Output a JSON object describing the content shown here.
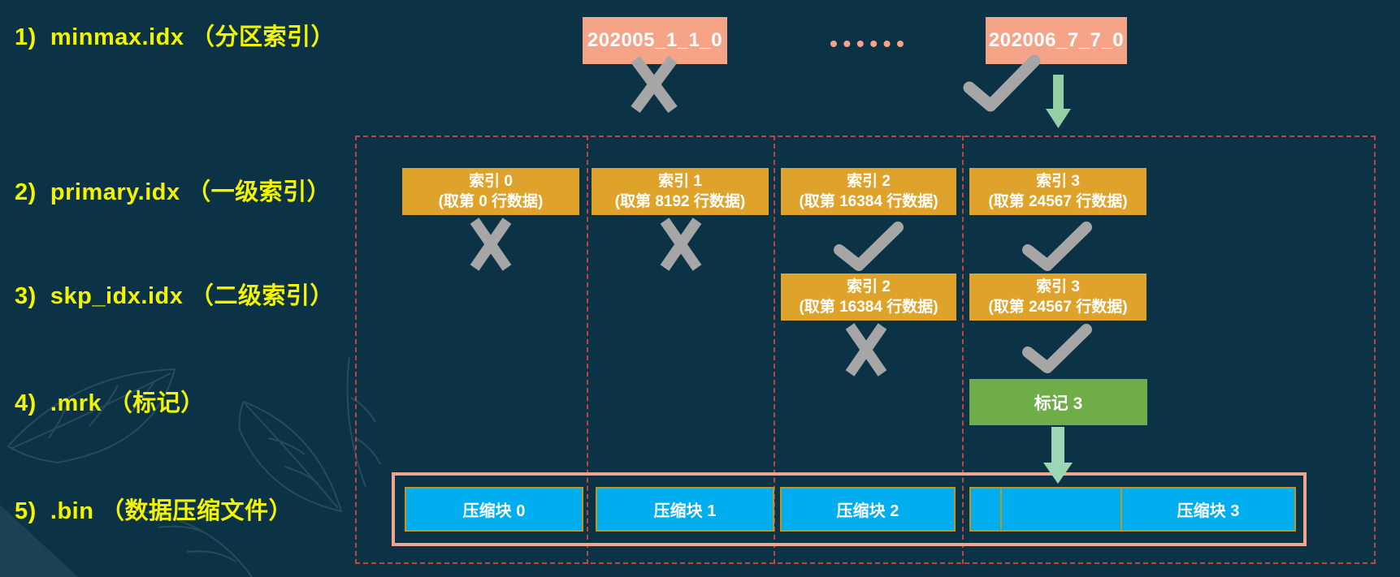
{
  "palette": {
    "background": "#0C3245",
    "label_yellow": "#F3F400",
    "partition_pink": "#F5A487",
    "index_orange": "#DFA32B",
    "mark_green": "#6FAD49",
    "bin_blue": "#00AEEF",
    "bin_border_gold": "#C0961C",
    "container_salmon": "#F2A58E",
    "dashed_red": "#C1443E",
    "result_gray": "#A6A6A6",
    "arrow_mint": "#95D0A5",
    "text_white": "#FFFFFF"
  },
  "row_labels": [
    "1)  minmax.idx （分区索引）",
    "2)  primary.idx （一级索引）",
    "3)  skp_idx.idx （二级索引）",
    "4)  .mrk （标记）",
    "5)  .bin （数据压缩文件）"
  ],
  "minmax_row": {
    "partitions": [
      {
        "name": "202005_1_1_0",
        "result": "rejected"
      },
      {
        "name": "202006_7_7_0",
        "result": "matched"
      }
    ],
    "ellipsis": "···········"
  },
  "primary_row": {
    "boxes": [
      {
        "title": "索引 0",
        "subtitle": "(取第 0 行数据)",
        "result": "rejected"
      },
      {
        "title": "索引 1",
        "subtitle": "(取第 8192 行数据)",
        "result": "rejected"
      },
      {
        "title": "索引 2",
        "subtitle": "(取第 16384 行数据)",
        "result": "matched"
      },
      {
        "title": "索引 3",
        "subtitle": "(取第 24567 行数据)",
        "result": "matched"
      }
    ]
  },
  "skip_row": {
    "boxes": [
      {
        "title": "索引 2",
        "subtitle": "(取第 16384 行数据)",
        "result": "rejected"
      },
      {
        "title": "索引 3",
        "subtitle": "(取第 24567 行数据)",
        "result": "matched"
      }
    ]
  },
  "mark_row": {
    "box": "标记 3"
  },
  "bin_row": {
    "blocks": [
      "压缩块 0",
      "压缩块 1",
      "压缩块 2",
      "压缩块 3"
    ]
  }
}
